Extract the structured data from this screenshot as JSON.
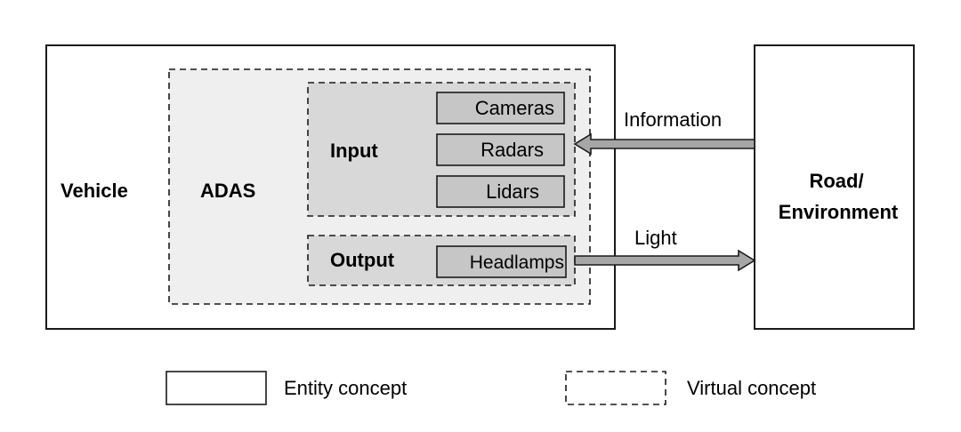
{
  "vehicle": {
    "label": "Vehicle"
  },
  "adas": {
    "label": "ADAS"
  },
  "input_group": {
    "label": "Input",
    "sensors": [
      "Cameras",
      "Radars",
      "Lidars"
    ]
  },
  "output_group": {
    "label": "Output",
    "devices": [
      "Headlamps"
    ]
  },
  "environment": {
    "label_line1": "Road/",
    "label_line2": "Environment"
  },
  "arrows": {
    "information": "Information",
    "light": "Light"
  },
  "legend": {
    "entity": "Entity concept",
    "virtual": "Virtual concept"
  },
  "colors": {
    "adas_fill": "#efefef",
    "group_fill": "#d8d8d8",
    "component_fill": "#c6c6c6",
    "arrow_fill": "#a6a6a6",
    "stroke": "#1a1a1a"
  }
}
